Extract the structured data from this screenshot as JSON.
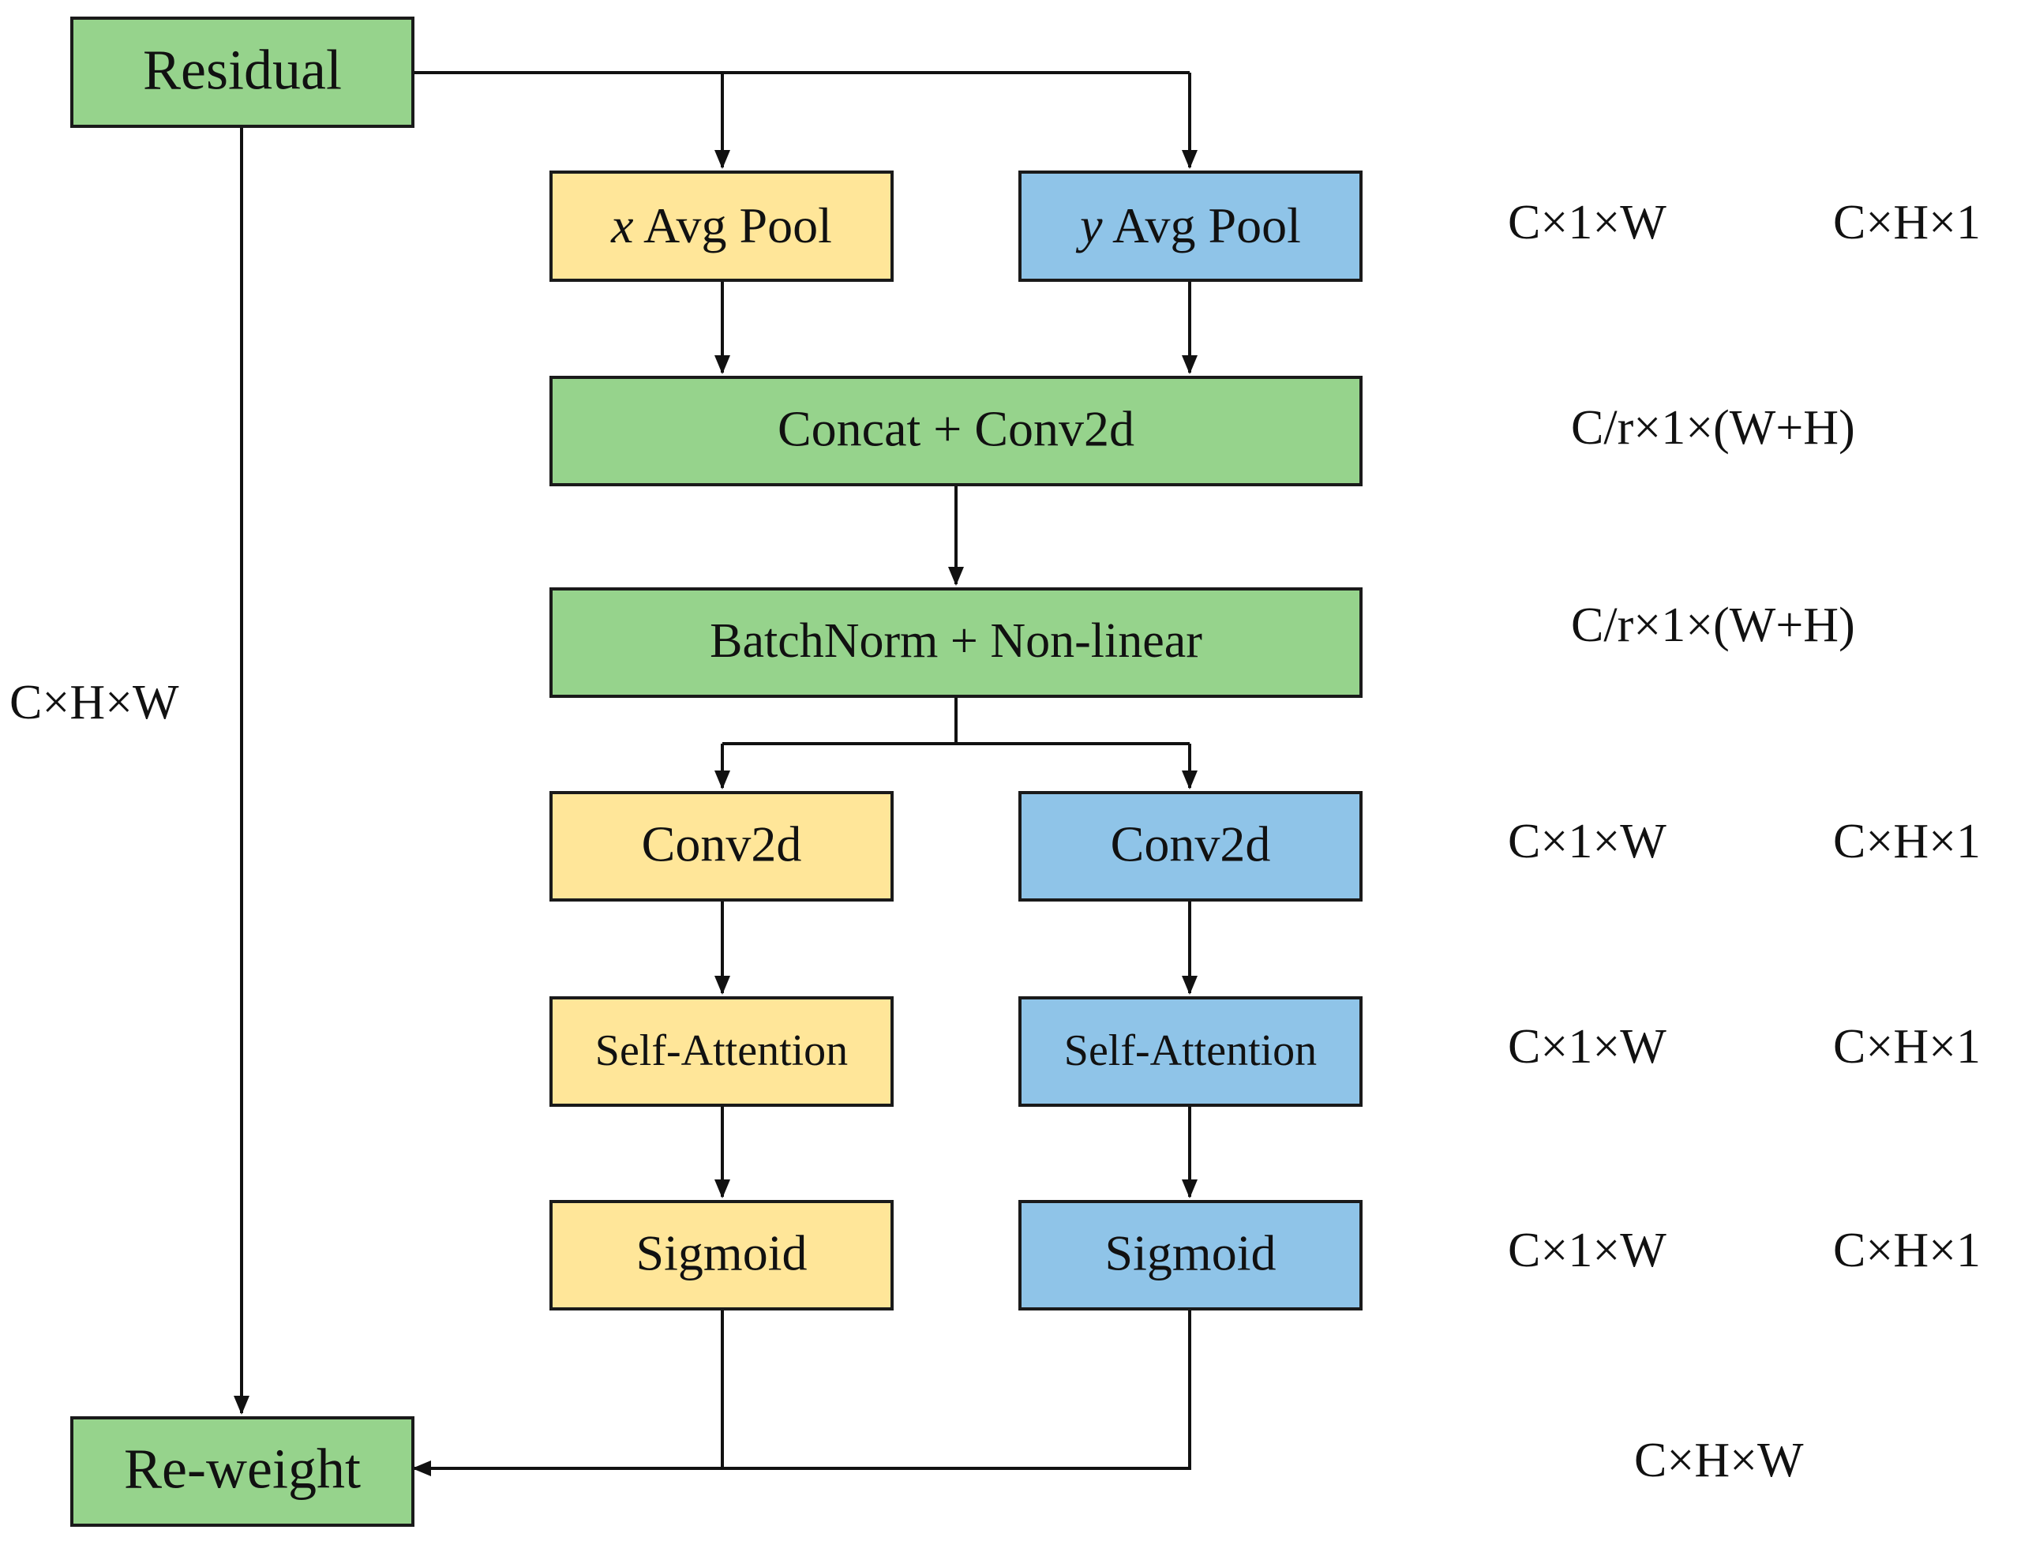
{
  "colors": {
    "green": "#96d38c",
    "yellow": "#ffe699",
    "blue": "#8fc4e8",
    "stroke": "#1a1a1a",
    "text": "#111111"
  },
  "nodes": {
    "residual": "Residual",
    "x_avg_pool": {
      "prefix": "x",
      "text": " Avg Pool"
    },
    "y_avg_pool": {
      "prefix": "y",
      "text": " Avg Pool"
    },
    "concat_conv2d": "Concat + Conv2d",
    "batchnorm_nonlinear": "BatchNorm + Non-linear",
    "conv2d_x": "Conv2d",
    "conv2d_y": "Conv2d",
    "self_attention_x": "Self-Attention",
    "self_attention_y": "Self-Attention",
    "sigmoid_x": "Sigmoid",
    "sigmoid_y": "Sigmoid",
    "reweight": "Re-weight"
  },
  "dimensions": {
    "residual_path": "C×H×W",
    "avg_pool_x": "C×1×W",
    "avg_pool_y": "C×H×1",
    "concat": "C/r×1×(W+H)",
    "batchnorm": "C/r×1×(W+H)",
    "conv2d_x": "C×1×W",
    "conv2d_y": "C×H×1",
    "self_attention_x": "C×1×W",
    "self_attention_y": "C×H×1",
    "sigmoid_x": "C×1×W",
    "sigmoid_y": "C×H×1",
    "reweight": "C×H×W"
  }
}
